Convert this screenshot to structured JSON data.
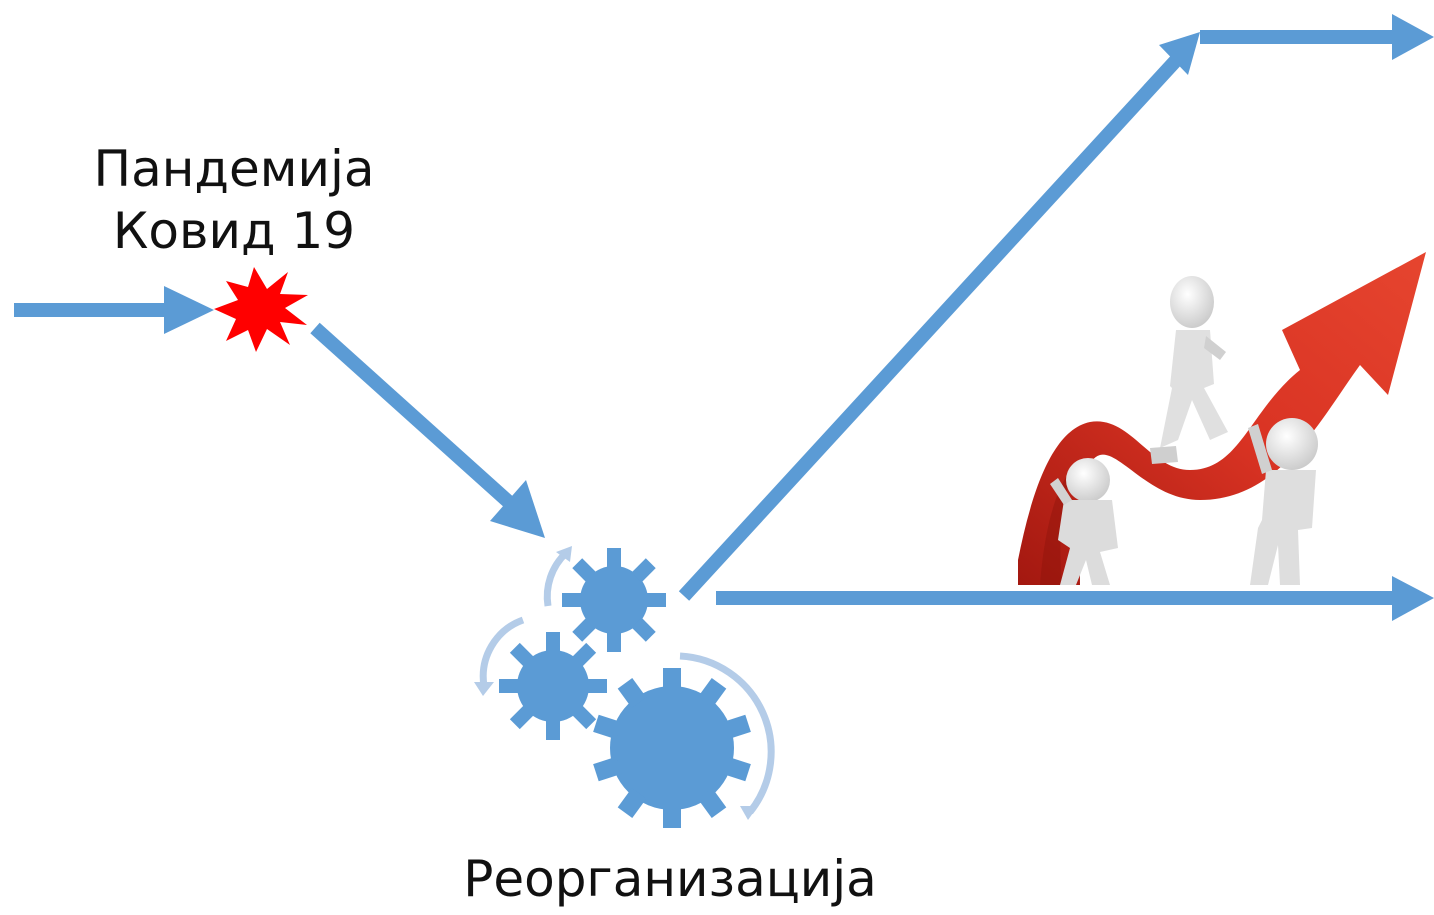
{
  "labels": {
    "event_line1": "Пандемија",
    "event_line2": "Ковид 19",
    "process": "Реорганизација"
  },
  "icons": {
    "event": "explosion-icon",
    "process": "gears-icon",
    "illustration": "teamwork-growth-arrow-illustration"
  },
  "colors": {
    "arrow": "#5B9BD5",
    "arrow_light": "#B4CCE8",
    "burst": "#FF0000",
    "growth_arrow": "#D42A1E"
  }
}
